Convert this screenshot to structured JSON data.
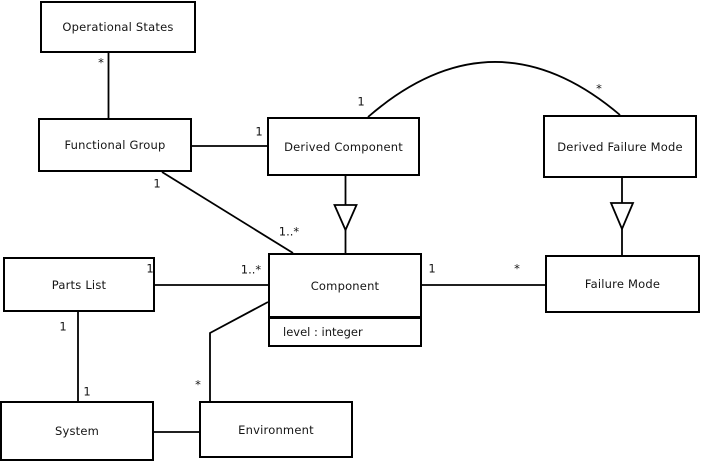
{
  "diagram": {
    "kind": "uml-class-diagram",
    "colors": {
      "background": "#ffffff",
      "line": "#000000",
      "box_fill": "#ffffff",
      "text": "#141414"
    },
    "classes": [
      {
        "id": "operational-states",
        "name": "Operational States",
        "attributes": []
      },
      {
        "id": "functional-group",
        "name": "Functional Group",
        "attributes": []
      },
      {
        "id": "derived-component",
        "name": "Derived Component",
        "attributes": []
      },
      {
        "id": "derived-failure-mode",
        "name": "Derived Failure Mode",
        "attributes": []
      },
      {
        "id": "parts-list",
        "name": "Parts List",
        "attributes": []
      },
      {
        "id": "component",
        "name": "Component",
        "attributes": [
          "level : integer"
        ]
      },
      {
        "id": "failure-mode",
        "name": "Failure Mode",
        "attributes": []
      },
      {
        "id": "system",
        "name": "System",
        "attributes": []
      },
      {
        "id": "environment",
        "name": "Environment",
        "attributes": []
      }
    ],
    "relationships": [
      {
        "from": "Functional Group",
        "to": "Operational States",
        "type": "association",
        "labels": [
          {
            "at": "Operational States",
            "text": "*"
          }
        ]
      },
      {
        "from": "Functional Group",
        "to": "Derived Component",
        "type": "association",
        "labels": [
          {
            "at": "Derived Component",
            "text": "1"
          }
        ]
      },
      {
        "from": "Functional Group",
        "to": "Component",
        "type": "association",
        "labels": [
          {
            "at": "Functional Group",
            "text": "1"
          },
          {
            "at": "Component",
            "text": "1..*"
          }
        ]
      },
      {
        "from": "Derived Component",
        "to": "Component",
        "type": "generalization",
        "labels": []
      },
      {
        "from": "Derived Component",
        "to": "Derived Failure Mode",
        "type": "association",
        "labels": [
          {
            "at": "Derived Component",
            "text": "1"
          },
          {
            "at": "Derived Failure Mode",
            "text": "*"
          }
        ]
      },
      {
        "from": "Derived Failure Mode",
        "to": "Failure Mode",
        "type": "generalization",
        "labels": []
      },
      {
        "from": "Parts List",
        "to": "Component",
        "type": "association",
        "labels": [
          {
            "at": "Parts List",
            "text": "1"
          },
          {
            "at": "Component",
            "text": "1..*"
          }
        ]
      },
      {
        "from": "Component",
        "to": "Failure Mode",
        "type": "association",
        "labels": [
          {
            "at": "Component",
            "text": "1"
          },
          {
            "at": "Failure Mode",
            "text": "*"
          }
        ]
      },
      {
        "from": "Parts List",
        "to": "System",
        "type": "association",
        "labels": [
          {
            "at": "Parts List",
            "text": "1"
          },
          {
            "at": "System",
            "text": "1"
          }
        ]
      },
      {
        "from": "Component",
        "to": "Environment",
        "type": "association",
        "labels": [
          {
            "at": "Environment",
            "text": "*"
          }
        ]
      },
      {
        "from": "System",
        "to": "Environment",
        "type": "association",
        "labels": []
      }
    ]
  }
}
